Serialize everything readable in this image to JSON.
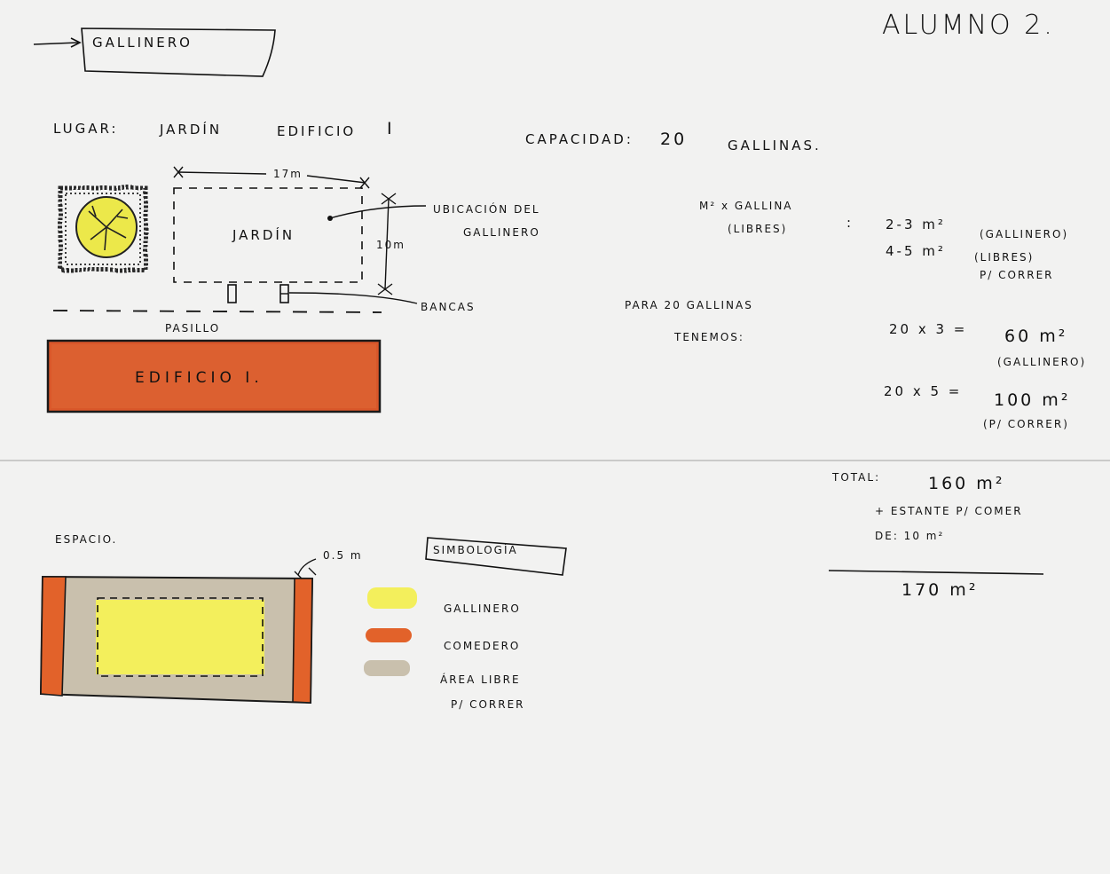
{
  "student": "ALUMNO 2.",
  "header": {
    "title": "GALLINERO"
  },
  "top": {
    "place_label": "LUGAR:",
    "place_value": "JARDÍN",
    "place_building": "EDIFICIO",
    "place_building_num": "I",
    "capacity_label": "CAPACIDAD:",
    "capacity_value": "20",
    "capacity_unit": "GALLINAS."
  },
  "site_plan": {
    "garden_label": "JARDÍN",
    "width_dim": "17m",
    "height_dim": "10m",
    "location_note": [
      "UBICACIÓN DEL",
      "GALLINERO"
    ],
    "benches_label": "BANCAS",
    "corridor_label": "PASILLO",
    "building_label": "EDIFICIO I."
  },
  "calc": {
    "per_hen_label": [
      "M² x GALLINA",
      "(LIBRES)"
    ],
    "colon": ":",
    "rows": [
      {
        "value": "2-3 m²",
        "note": "(GALLINERO)"
      },
      {
        "value": "4-5 m²",
        "note": [
          "(LIBRES)",
          "P/ CORRER"
        ]
      }
    ],
    "for_hens": [
      "PARA 20 GALLINAS",
      "TENEMOS:"
    ],
    "results": [
      {
        "formula": "20 x 3 =",
        "result": "60 m²",
        "note": "(GALLINERO)"
      },
      {
        "formula": "20 x 5 =",
        "result": "100 m²",
        "note": "(P/ CORRER)"
      }
    ],
    "total_label": "TOTAL:",
    "total_value": "160 m²",
    "extra": [
      "+ ESTANTE P/ COMER",
      "DE: 10 m²"
    ],
    "grand_total": "170 m²"
  },
  "space": {
    "label": "ESPACIO.",
    "margin_dim": "0.5 m"
  },
  "legend": {
    "title": "SIMBOLOGÍA",
    "items": [
      {
        "label": "GALLINERO",
        "color": "#f3ef5c"
      },
      {
        "label": "COMEDERO",
        "color": "#e2622a"
      },
      {
        "label": [
          "ÁREA LIBRE",
          "P/ CORRER"
        ],
        "color": "#c9c0ad"
      }
    ]
  },
  "colors": {
    "building": "#d9572a",
    "tree": "#ece84a",
    "paper": "#f2f2f1"
  }
}
